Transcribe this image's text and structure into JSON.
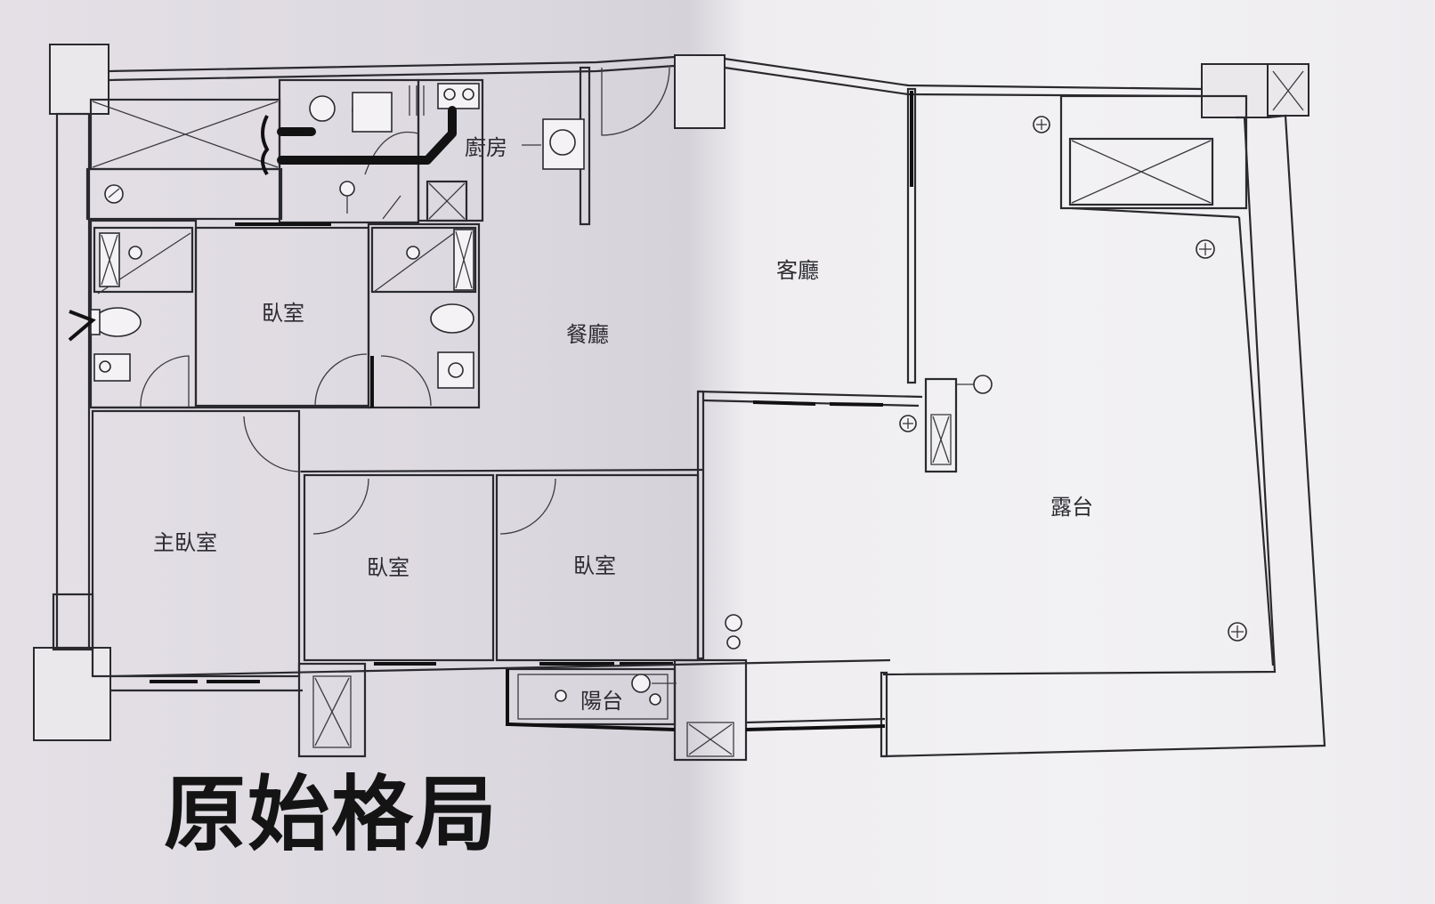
{
  "title": "原始格局",
  "rooms": {
    "kitchen": "廚房",
    "living_room": "客廳",
    "dining_room": "餐廳",
    "bedroom_top": "臥室",
    "master_bedroom": "主臥室",
    "bedroom_mid": "臥室",
    "bedroom_right": "臥室",
    "terrace": "露台",
    "balcony": "陽台"
  }
}
